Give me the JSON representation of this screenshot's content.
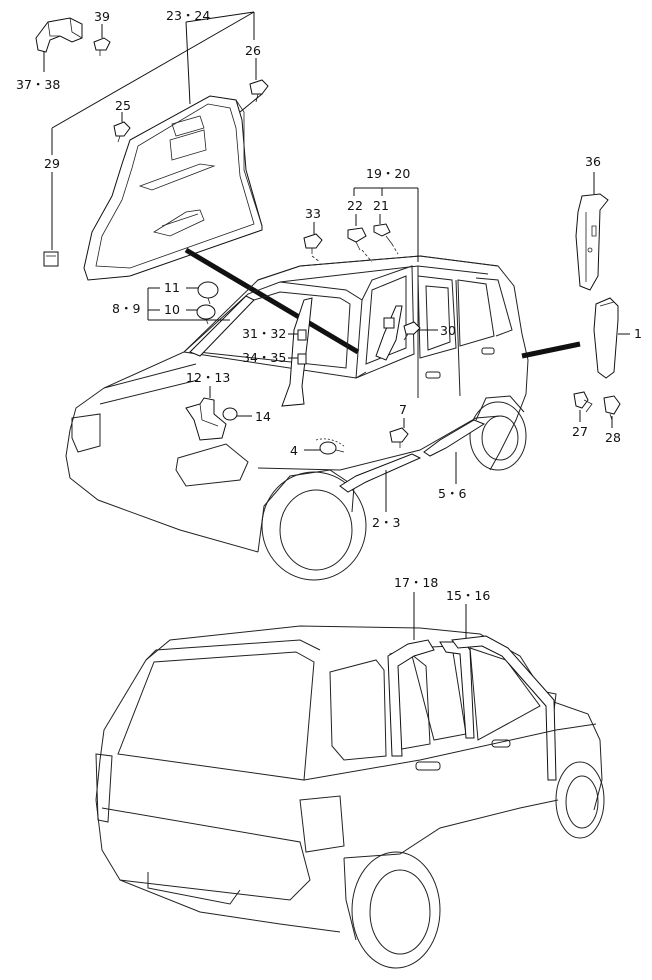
{
  "labels": {
    "p37_38": "37・38",
    "p39": "39",
    "p23_24": "23・24",
    "p26": "26",
    "p25": "25",
    "p29": "29",
    "p33": "33",
    "p19_20": "19・20",
    "p22": "22",
    "p21": "21",
    "p36": "36",
    "p11": "11",
    "p8_9": "8・9",
    "p10": "10",
    "p31_32": "31・32",
    "p30": "30",
    "p34_35": "34・35",
    "p1": "1",
    "p12_13": "12・13",
    "p14": "14",
    "p7": "7",
    "p27": "27",
    "p28": "28",
    "p4": "4",
    "p5_6": "5・6",
    "p2_3": "2・3",
    "p17_18": "17・18",
    "p15_16": "15・16"
  }
}
